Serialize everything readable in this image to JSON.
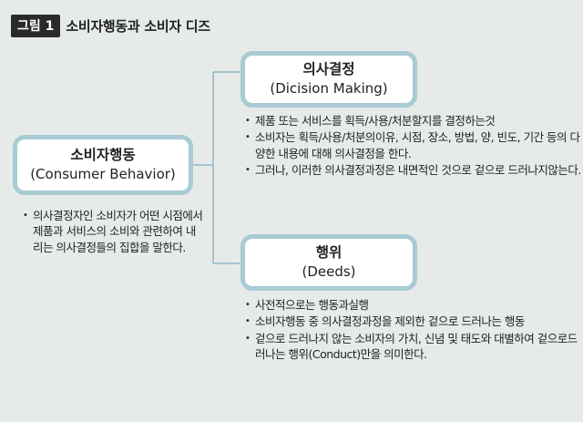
{
  "header": {
    "badge": "그림 1",
    "title": "소비자행동과 소비자 디즈"
  },
  "nodes": {
    "consumer": {
      "ko": "소비자행동",
      "en": "(Consumer Behavior)"
    },
    "decision": {
      "ko": "의사결정",
      "en": "(Dicision Making)"
    },
    "deeds": {
      "ko": "행위",
      "en": "(Deeds)"
    }
  },
  "notes": {
    "consumer": [
      "의사결정자인 소비자가 어떤 시점에서 제품과 서비스의 소비와 관련하여 내리는 의사결정들의 집합을 말한다."
    ],
    "decision": [
      "제품 또는 서비스를 획득/사용/처분할지를 결정하는것",
      "소비자는 획득/사용/처분의이유, 시점, 장소, 방법, 양, 빈도, 기간 등의 다양한 내용에 대해 의사결정을 한다.",
      "그러나, 이러한 의사결정과정은 내면적인 것으로 겉으로 드러나지않는다."
    ],
    "deeds": [
      "사전적으로는 행동과실행",
      "소비자행동 중 의사결정과정을 제외한 겉으로 드러나는 행동",
      "겉으로 드러나지 않는 소비자의 가치, 신념 및 태도와 대별하여 겉으로드러나는 행위(Conduct)만을 의미한다."
    ]
  },
  "colors": {
    "background": "#e6ebea",
    "node_border": "#a9cbd3",
    "connector": "#8fb8c3"
  }
}
